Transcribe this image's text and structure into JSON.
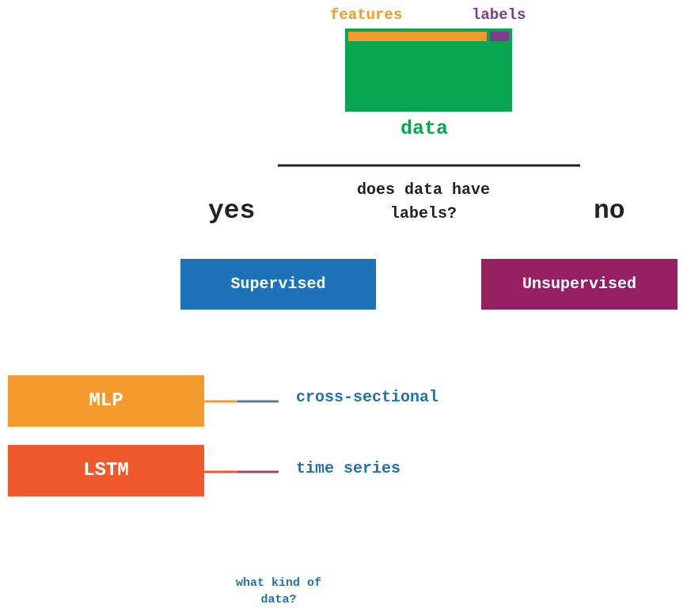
{
  "data_block": {
    "features_label": "features",
    "labels_label": "labels",
    "data_label": "data",
    "colors": {
      "block": "#0aa551",
      "features": "#f29a2e",
      "labels": "#7d3c8c"
    }
  },
  "decision": {
    "question": "does data have labels?",
    "yes_label": "yes",
    "no_label": "no"
  },
  "branches": {
    "supervised": {
      "label": "Supervised",
      "color": "#1d72b8"
    },
    "unsupervised": {
      "label": "Unsupervised",
      "color": "#951f60"
    }
  },
  "supervised_options": {
    "question": "what kind of data?",
    "items": [
      {
        "data_type": "cross-sectional",
        "model": "MLP",
        "color": "#f29a2e"
      },
      {
        "data_type": "time series",
        "model": "LSTM",
        "color": "#ee5a2b"
      }
    ]
  }
}
